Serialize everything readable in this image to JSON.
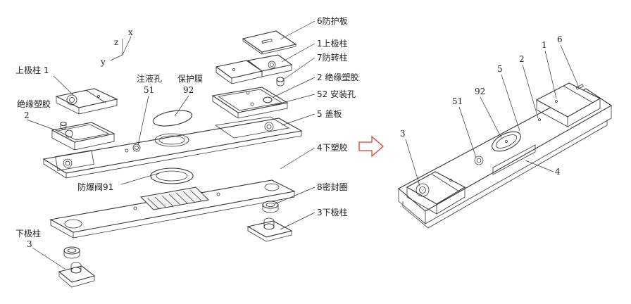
{
  "axes": {
    "z": "z",
    "x": "x",
    "y": "y"
  },
  "left_labels": {
    "guard_plate": "6防护板",
    "upper_pole_r": "1上极柱",
    "anti_rotation": "7防转柱",
    "insulation_r": "2 绝缘塑胶",
    "mount_hole": "52 安装孔",
    "cover_plate": "5 盖板",
    "lower_plastic": "4下塑胶",
    "seal_ring": "8密封圈",
    "lower_pole_r": "3下极柱",
    "upper_pole_l": "上极柱 1",
    "insulation_l_text": "绝缘塑胶",
    "insulation_l_num": "2",
    "fill_hole_text": "注液孔",
    "fill_hole_num": "51",
    "film_text": "保护膜",
    "film_num": "92",
    "vent_valve": "防爆阀91",
    "lower_pole_l_text": "下极柱",
    "lower_pole_l_num": "3"
  },
  "right_labels": {
    "n3": "3",
    "n51": "51",
    "n92": "92",
    "n5": "5",
    "n2": "2",
    "n1": "1",
    "n6": "6",
    "n4": "4"
  },
  "colors": {
    "line": "#333333",
    "arrow": "#e23b2e",
    "text": "#222222"
  }
}
